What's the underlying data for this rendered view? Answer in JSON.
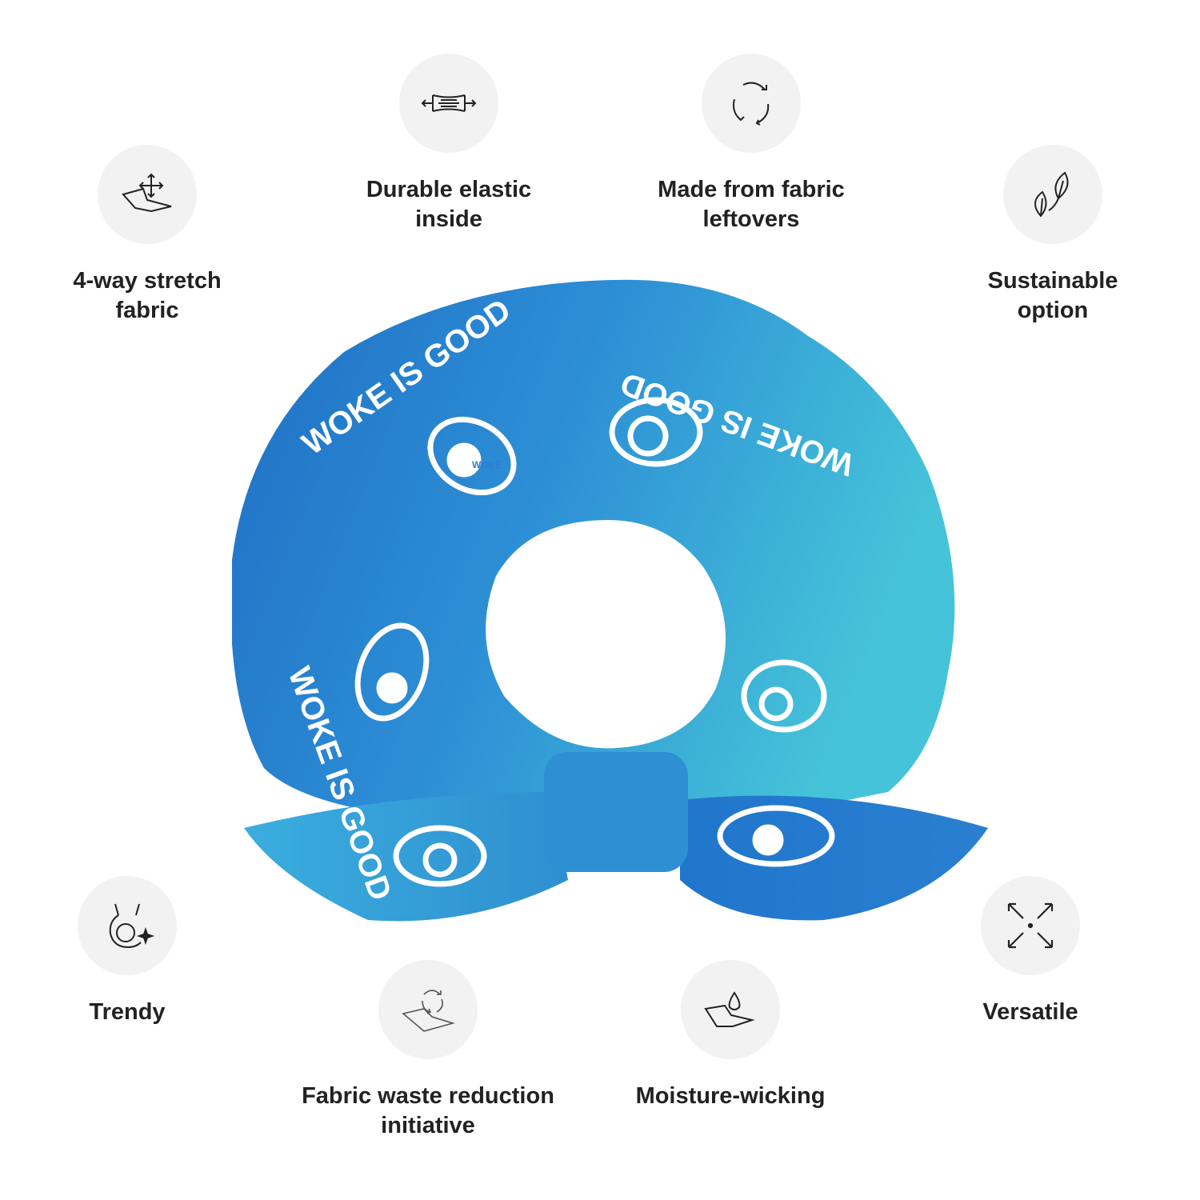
{
  "features": [
    {
      "label_line1": "4-way stretch",
      "label_line2": "fabric",
      "icon": "stretch-fabric-icon"
    },
    {
      "label_line1": "Durable elastic",
      "label_line2": "inside",
      "icon": "elastic-icon"
    },
    {
      "label_line1": "Made from fabric",
      "label_line2": "leftovers",
      "icon": "recycle-icon"
    },
    {
      "label_line1": "Sustainable",
      "label_line2": "option",
      "icon": "leaves-icon"
    },
    {
      "label_line1": "Trendy",
      "label_line2": "",
      "icon": "cat-sparkle-icon"
    },
    {
      "label_line1": "Fabric waste reduction",
      "label_line2": "initiative",
      "icon": "fabric-recycle-icon"
    },
    {
      "label_line1": "Moisture-wicking",
      "label_line2": "",
      "icon": "droplet-fabric-icon"
    },
    {
      "label_line1": "Versatile",
      "label_line2": "",
      "icon": "expand-arrows-icon"
    }
  ],
  "product": {
    "print_text": "WOKE IS GOOD",
    "eye_text": "WOKE",
    "colors": {
      "dark_blue": "#1f6fc4",
      "mid_blue": "#2d8fd6",
      "light_blue": "#45c3d8"
    }
  }
}
